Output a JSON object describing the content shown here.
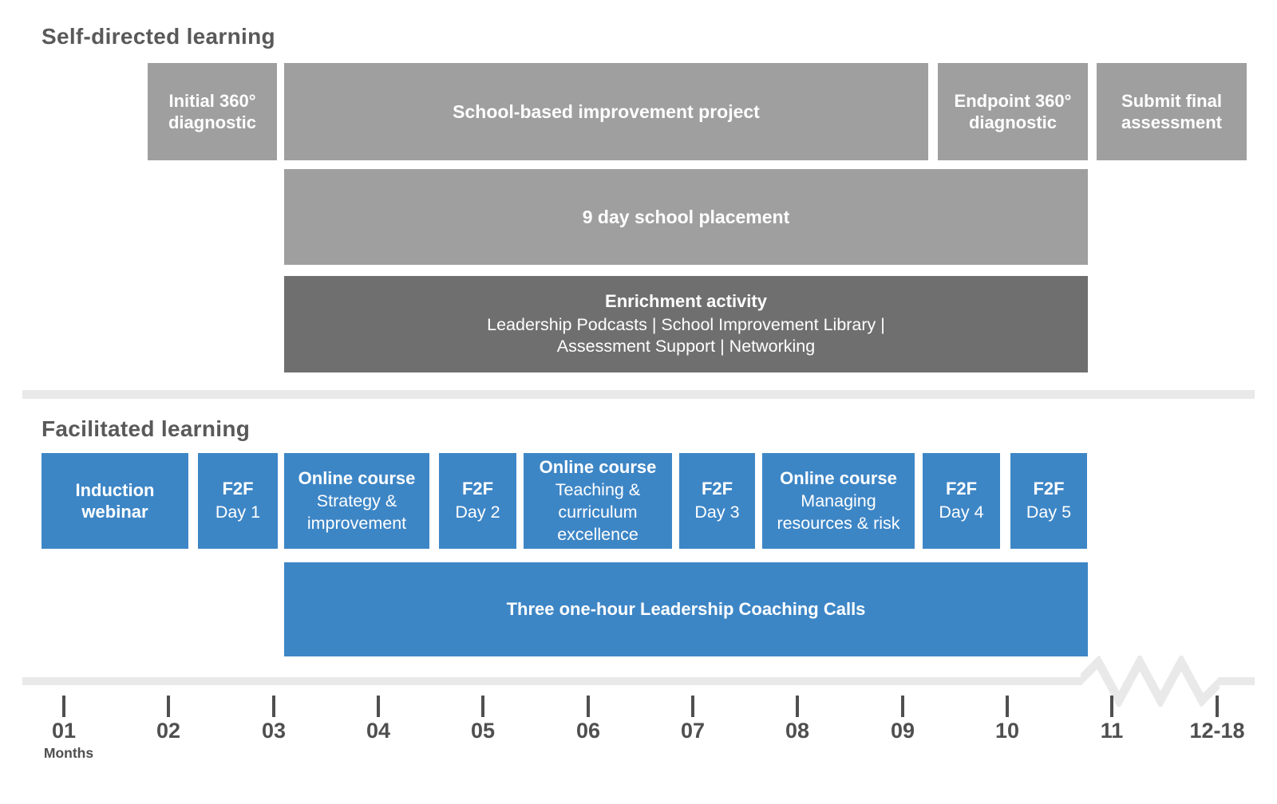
{
  "colors": {
    "medium_gray": "#9f9f9f",
    "dark_gray": "#6f6f6f",
    "blue": "#3d86c6",
    "heading_text": "#595959",
    "axis_bar": "#e9e9e9",
    "tick": "#4f4f4f",
    "box_text": "#ffffff"
  },
  "self_directed": {
    "heading": "Self-directed learning",
    "initial_diagnostic": "Initial 360° diagnostic",
    "improvement_project": "School-based improvement project",
    "endpoint_diagnostic": "Endpoint 360° diagnostic",
    "submit_final": "Submit final assessment",
    "school_placement": "9 day school placement",
    "enrichment": {
      "title": "Enrichment activity",
      "subtitle": "Leadership Podcasts | School Improvement Library | Assessment Support | Networking"
    }
  },
  "facilitated": {
    "heading": "Facilitated learning",
    "boxes": [
      {
        "title": "Induction webinar",
        "subtitle": ""
      },
      {
        "title": "F2F",
        "subtitle": "Day 1"
      },
      {
        "title": "Online course",
        "subtitle": "Strategy & improvement"
      },
      {
        "title": "F2F",
        "subtitle": "Day 2"
      },
      {
        "title": "Online course",
        "subtitle": "Teaching & curriculum excellence"
      },
      {
        "title": "F2F",
        "subtitle": "Day 3"
      },
      {
        "title": "Online course",
        "subtitle": "Managing resources & risk"
      },
      {
        "title": "F2F",
        "subtitle": "Day 4"
      },
      {
        "title": "F2F",
        "subtitle": "Day 5"
      }
    ],
    "coaching_calls": "Three one-hour Leadership Coaching Calls"
  },
  "timeline": {
    "months": [
      "01",
      "02",
      "03",
      "04",
      "05",
      "06",
      "07",
      "08",
      "09",
      "10",
      "11",
      "12-18"
    ],
    "axis_label": "Months"
  }
}
